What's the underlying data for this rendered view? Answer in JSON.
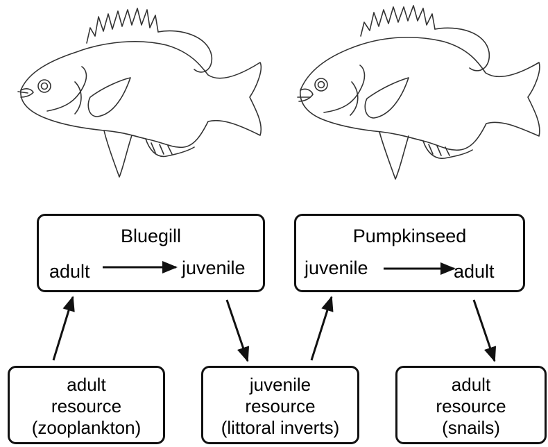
{
  "species": [
    {
      "name": "Bluegill",
      "left_stage": "adult",
      "right_stage": "juvenile"
    },
    {
      "name": "Pumpkinseed",
      "left_stage": "juvenile",
      "right_stage": "adult"
    }
  ],
  "resources": [
    {
      "line1": "adult",
      "line2": "resource",
      "line3": "(zooplankton)"
    },
    {
      "line1": "juvenile",
      "line2": "resource",
      "line3": "(littoral inverts)"
    },
    {
      "line1": "adult",
      "line2": "resource",
      "line3": "(snails)"
    }
  ],
  "colors": {
    "stroke": "#111111",
    "fish_line": "#333333"
  }
}
